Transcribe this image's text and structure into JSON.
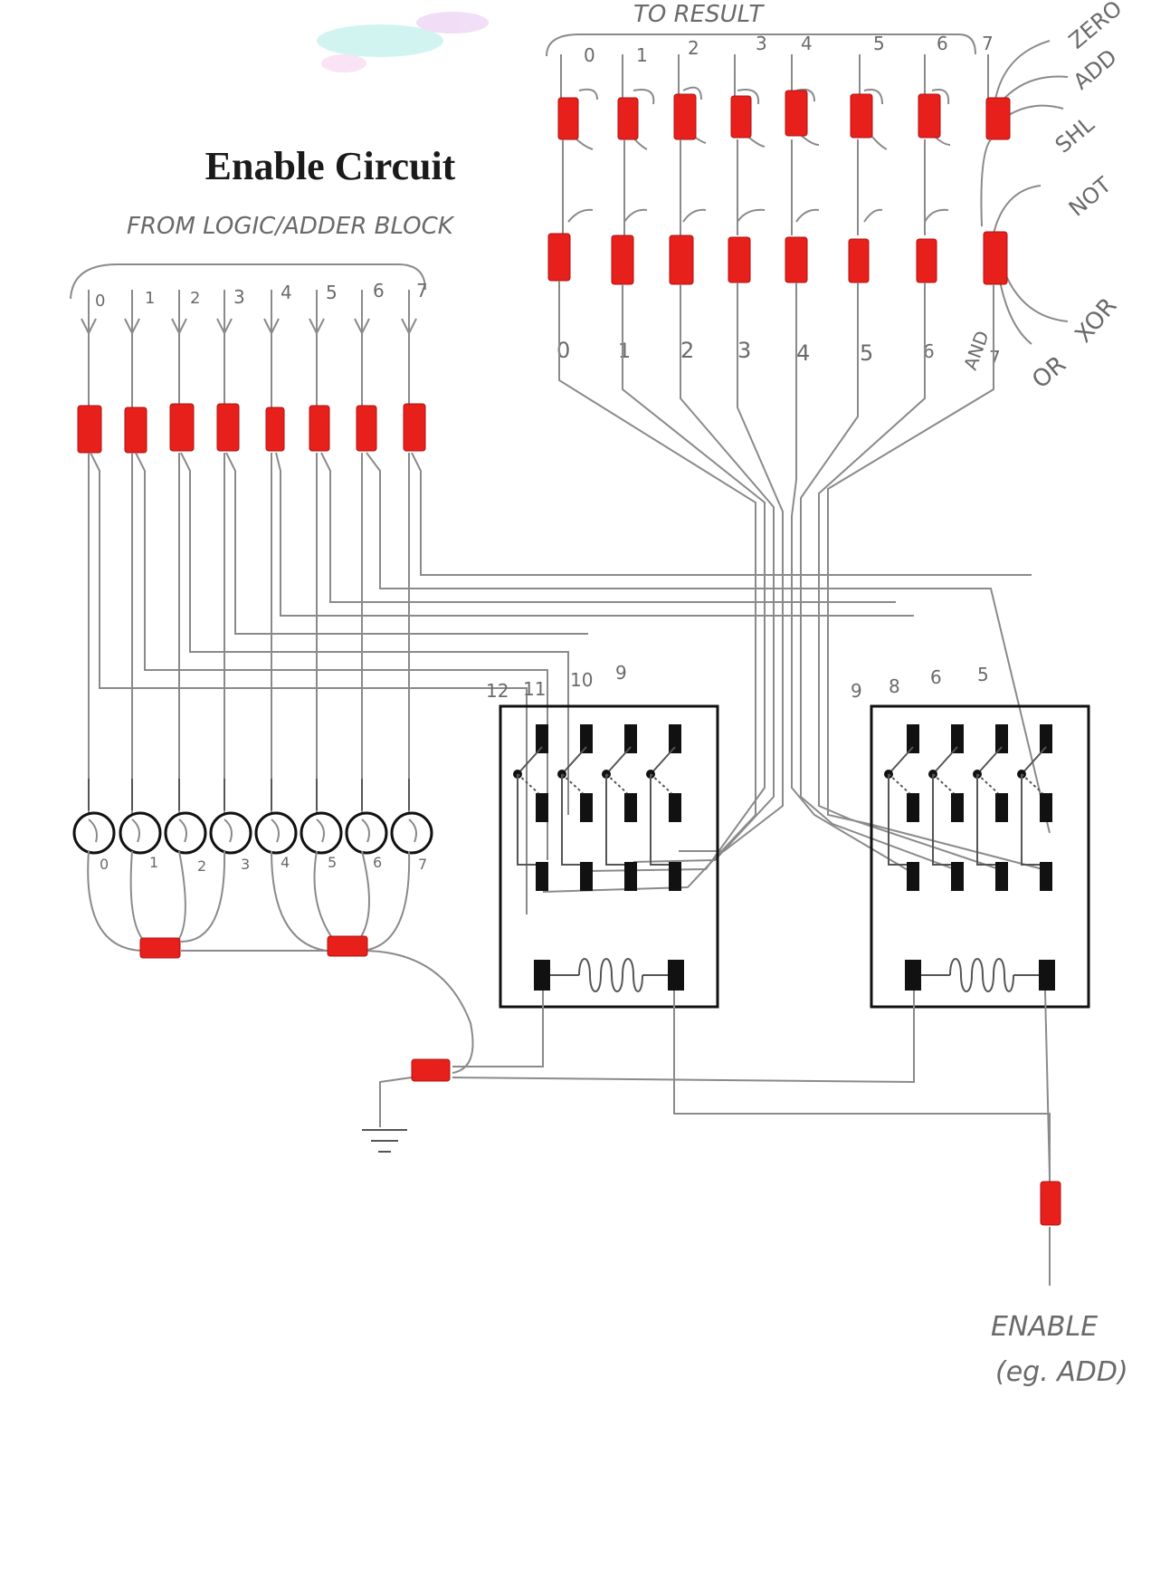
{
  "title": "Enable Circuit",
  "labels": {
    "to_result": "TO  RESULT",
    "from_logic": "FROM  LOGIC/ADDER  BLOCK",
    "enable": "ENABLE",
    "enable_example": "(eg. ADD)"
  },
  "input_bits": [
    "0",
    "1",
    "2",
    "3",
    "4",
    "5",
    "6",
    "7"
  ],
  "lamp_bits": [
    "0",
    "1",
    "2",
    "3",
    "4",
    "5",
    "6",
    "7"
  ],
  "result_top_bits": [
    "0",
    "1",
    "2",
    "3",
    "4",
    "5",
    "6",
    "7"
  ],
  "result_bottom_bits": [
    "0",
    "1",
    "2",
    "3",
    "4",
    "5",
    "6",
    "AND",
    "7"
  ],
  "function_labels": [
    "ZERO",
    "ADD",
    "SHL",
    "NOT",
    "OR",
    "XOR"
  ],
  "relay_left_pins": [
    "12",
    "11",
    "10",
    "9"
  ],
  "relay_right_pins": [
    "9",
    "8",
    "6",
    "5"
  ],
  "colors": {
    "wire_nut": "#e8201b",
    "pencil": "#6a6a6a",
    "ink": "#111111"
  }
}
